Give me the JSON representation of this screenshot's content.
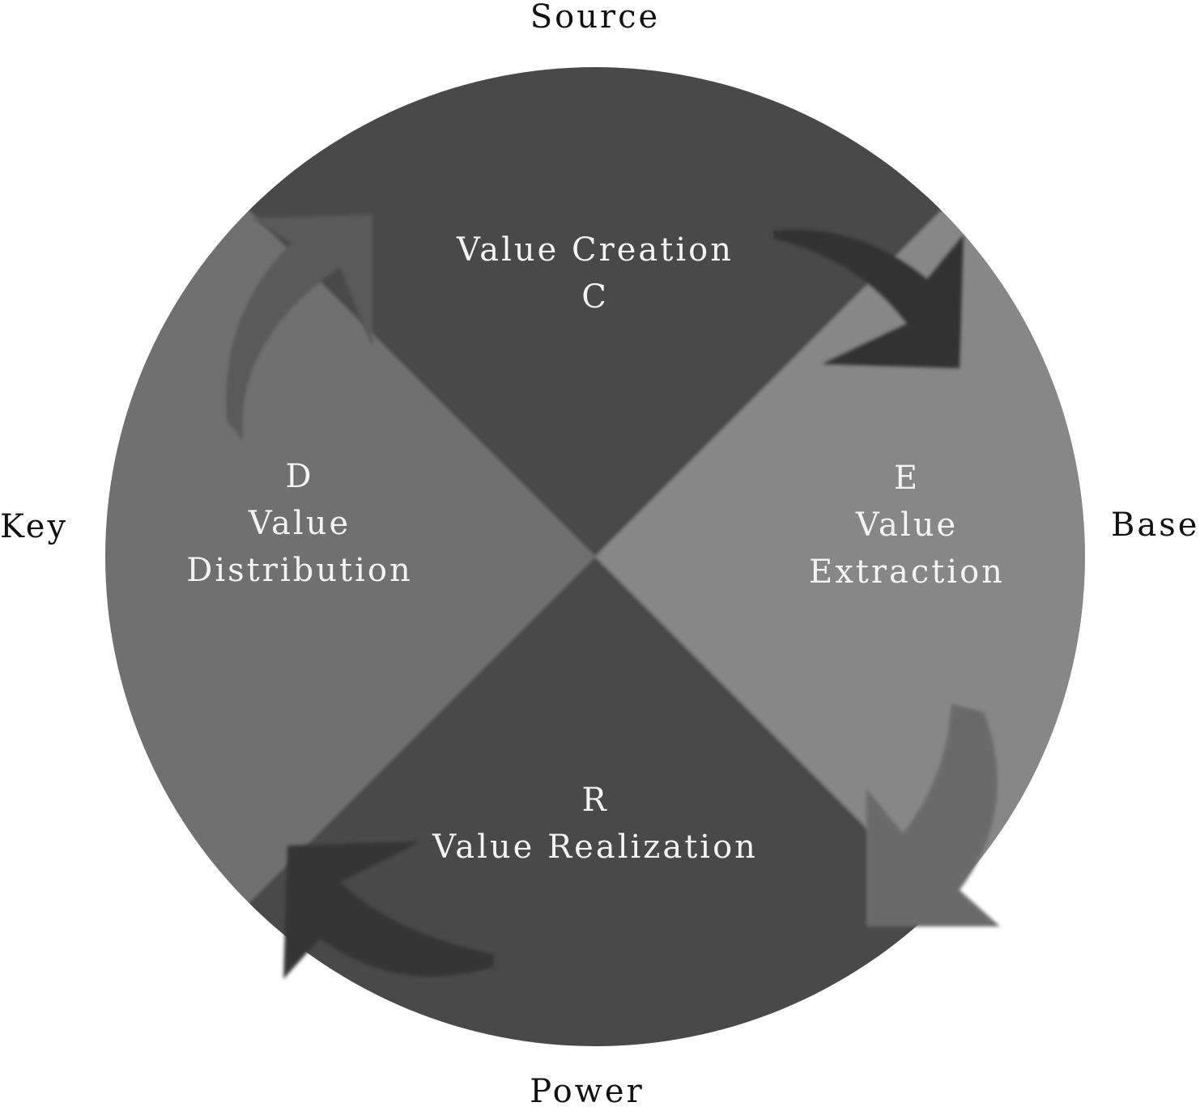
{
  "outer_labels": {
    "top": "Source",
    "left": "Key",
    "right": "Base",
    "bottom": "Power"
  },
  "quadrants": {
    "top": {
      "title": "Value Creation",
      "letter": "C"
    },
    "left": {
      "letter": "D",
      "line1": "Value",
      "line2": "Distribution"
    },
    "right": {
      "letter": "E",
      "line1": "Value",
      "line2": "Extraction"
    },
    "bottom": {
      "letter": "R",
      "title": "Value Realization"
    }
  },
  "colors": {
    "dark": "#484848",
    "medium": "#6f6f6f",
    "light": "#878787",
    "arrow": "#333333"
  }
}
